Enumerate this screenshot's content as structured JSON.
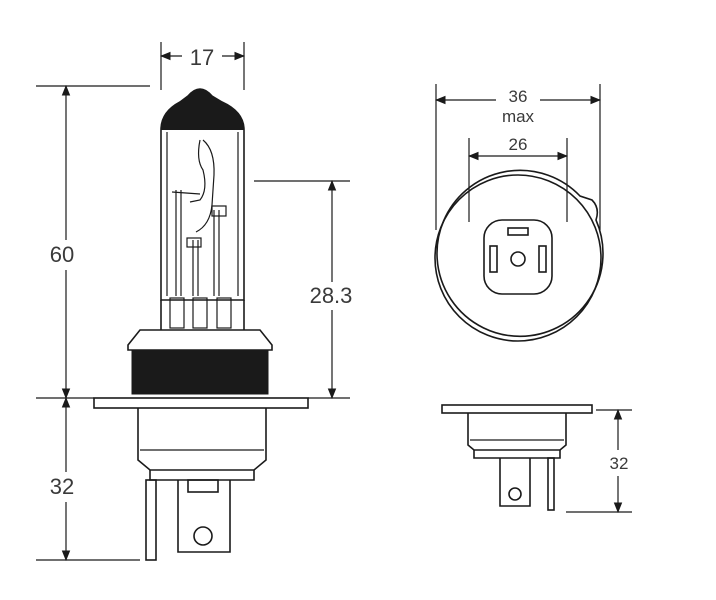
{
  "diagram": {
    "dimensions": {
      "glass_width": "17",
      "overall_height": "60",
      "focal_height": "28.3",
      "base_height": "32",
      "flange_diameter_value": "36",
      "flange_diameter_note": "max",
      "connector_width": "26",
      "side_base_height": "32"
    },
    "colors": {
      "line": "#1a1a1a",
      "text": "#3a3a3a",
      "fill": "#1a1a1a",
      "background": "#ffffff"
    }
  }
}
